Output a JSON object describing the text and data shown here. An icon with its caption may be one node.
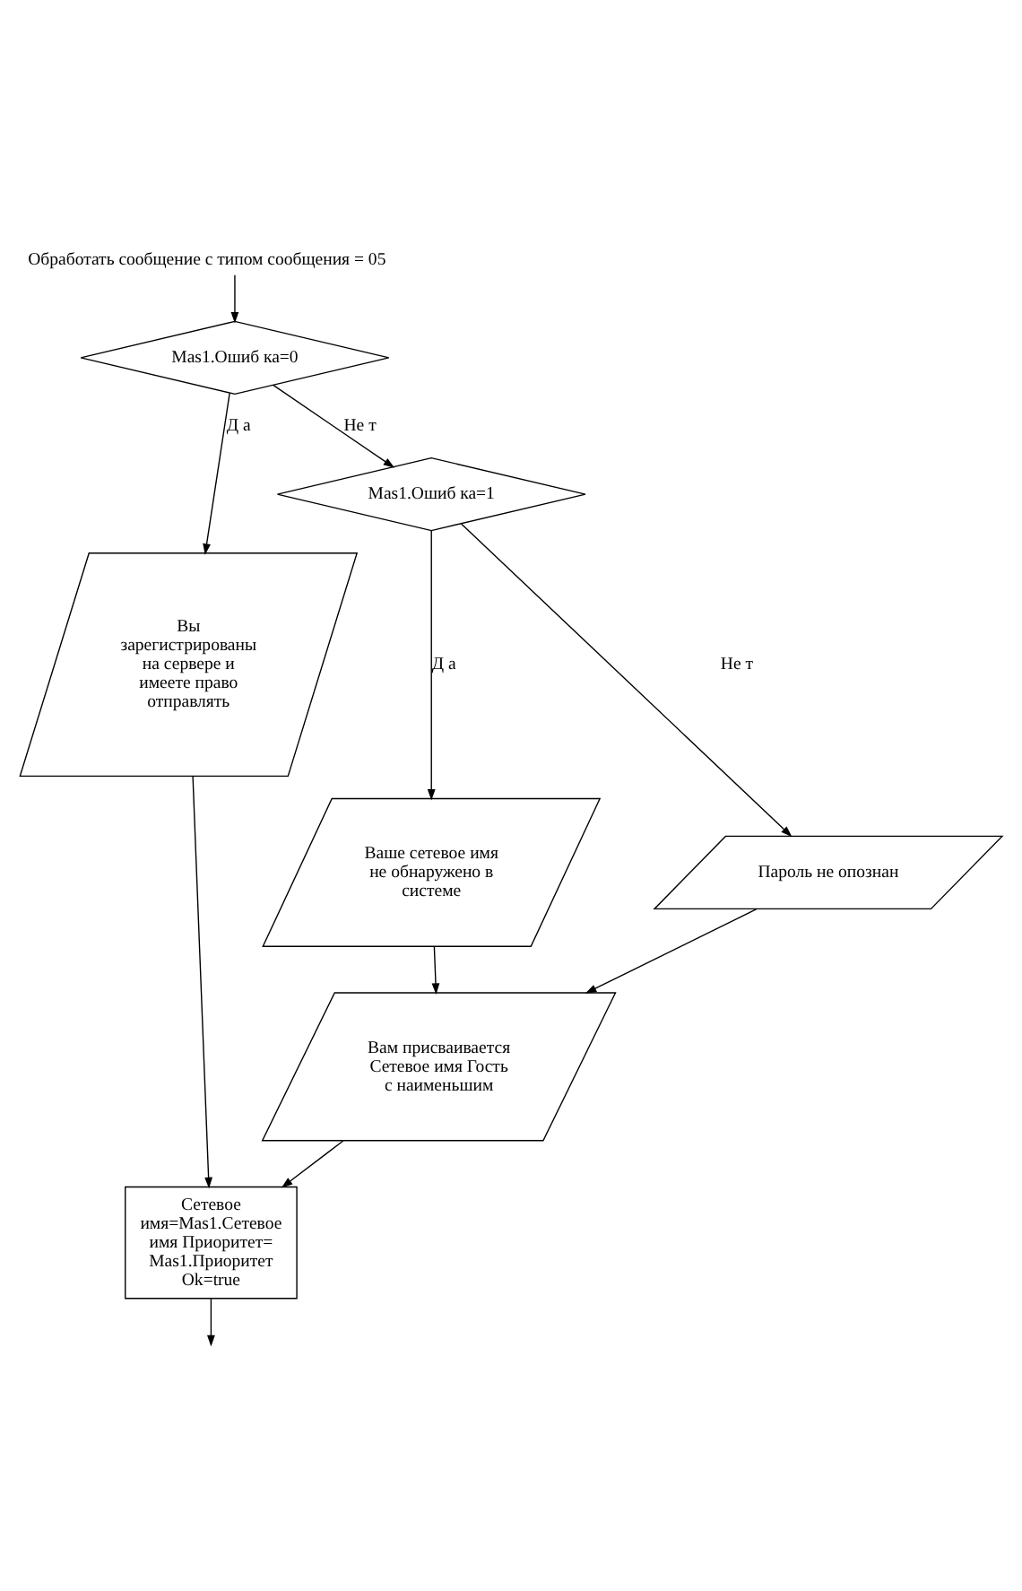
{
  "diagram": {
    "title": "Обработать сообщение с типом сообщения = 05",
    "nodes": [
      {
        "text": [
          "Mas1.Ошиб ка=0"
        ]
      },
      {
        "text": [
          "Вы зарегистрированы на сервере и имеете право отправлять"
        ]
      },
      {
        "text": [
          "Mas1.Ошиб ка=1"
        ]
      },
      {
        "text": [
          "Ваше сетевое имя не обнаружено в системе"
        ]
      },
      {
        "text": [
          "Пароль не опознан"
        ]
      },
      {
        "text": [
          "Вам присваивается Сетевое имя Гость с наименьшим"
        ]
      },
      {
        "text": [
          "Сетевое имя=Mas1.Сетевое имя Приоритет= Mas1.Приоритет Ok=true"
        ]
      }
    ],
    "edges": [
      {
        "from": null,
        "to": 0,
        "arrow": "to"
      },
      {
        "from": 0,
        "to": 1,
        "arrow": "to",
        "label": "Д а"
      },
      {
        "from": 0,
        "to": 2,
        "arrow": "to",
        "label": "Не т"
      },
      {
        "from": 2,
        "to": 3,
        "arrow": "to",
        "label": "Д а"
      },
      {
        "from": 2,
        "to": 4,
        "arrow": "to",
        "label": "Не т"
      },
      {
        "from": 1,
        "to": 6,
        "arrow": "to"
      },
      {
        "from": 3,
        "to": 5,
        "arrow": "to"
      },
      {
        "from": 4,
        "to": 5,
        "arrow": "to"
      },
      {
        "from": 5,
        "to": 6,
        "arrow": "to"
      },
      {
        "from": 6,
        "to": null,
        "arrow": "to"
      }
    ]
  }
}
